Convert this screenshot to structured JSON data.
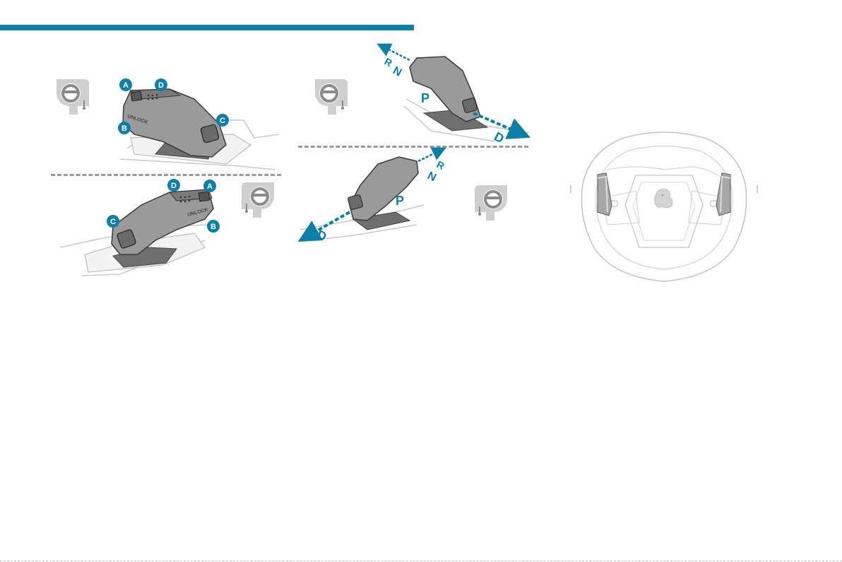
{
  "callouts": {
    "figure1": {
      "a": "A",
      "b": "B",
      "c": "C",
      "d": "D",
      "unlock": "UNLOCK"
    },
    "figure2": {
      "a": "A",
      "b": "B",
      "c": "C",
      "d": "D",
      "unlock": "UNLOCK"
    }
  },
  "gears": {
    "figure3": {
      "p": "P",
      "r": "R",
      "n": "N",
      "d": "D"
    },
    "figure4": {
      "p": "P",
      "r": "R",
      "n": "N",
      "d": "D"
    }
  },
  "colors": {
    "accent": "#0e7fa6",
    "shifter": "#9a9a9a",
    "paddle": "#a8a8a8"
  },
  "icons": [
    "steering-wheel-lhd-icon",
    "steering-wheel-rhd-icon",
    "peugeot-lion-icon"
  ]
}
